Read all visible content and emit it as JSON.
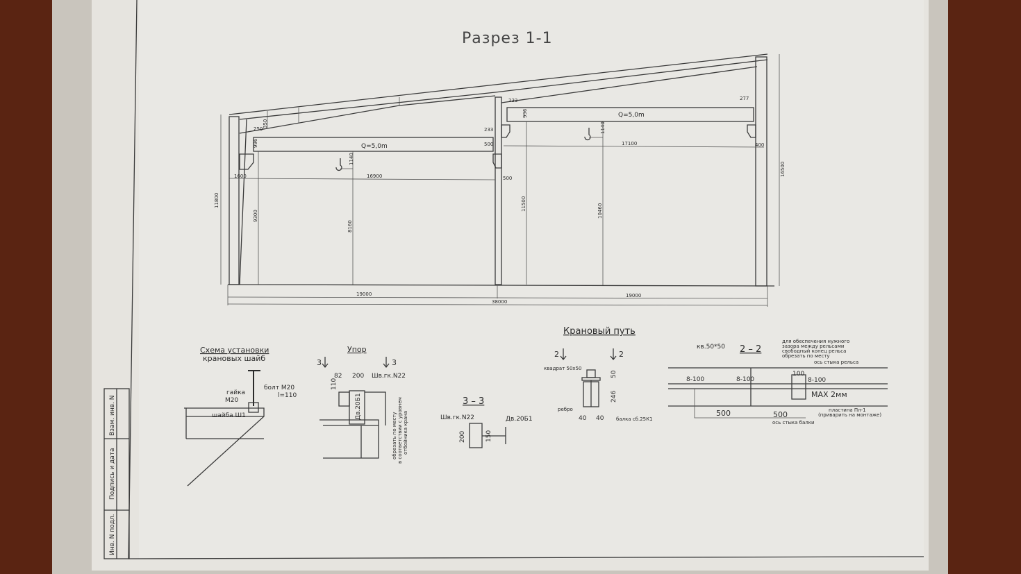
{
  "title": "Разрез 1-1",
  "section": {
    "crane_capacity_left": "Q=5,0m",
    "crane_capacity_right": "Q=5,0m",
    "dims": {
      "span_left": "19000",
      "span_right": "19000",
      "total": "38000",
      "height_left": "11800",
      "height_right": "16500",
      "left_rail_height": "9300",
      "left_hook_height": "8160",
      "right_rail_height": "11500",
      "right_hook_height": "10460",
      "left_crane_span": "16900",
      "right_crane_span": "17100",
      "d250": "250",
      "d350": "350",
      "d996_left": "996",
      "d1600": "1600",
      "d1140_left": "1140",
      "d500_a": "500",
      "d500_b": "500",
      "d233_a": "233",
      "d233_b": "233",
      "d996_right": "996",
      "d277": "277",
      "d1140_right": "1140",
      "d400": "400"
    }
  },
  "details": {
    "washers": {
      "title_line1": "Схема установки",
      "title_line2": "крановых шайб",
      "nut": "гайка",
      "nut_size": "М20",
      "bolt": "болт М20",
      "bolt_len": "l=110",
      "washer": "шайба Ш1"
    },
    "stop": {
      "title": "Упор",
      "mark_l": "3",
      "mark_r": "3",
      "d82": "82",
      "d200": "200",
      "d110": "110",
      "plate": "Шв.гк.N22",
      "beam": "Дв.20Б1",
      "note_1": "обрезать по месту",
      "note_2": "в соответствии с уровнем",
      "note_3": "отбойника крана"
    },
    "section33": {
      "title": "3 – 3",
      "plate": "Шв.гк.N22",
      "beam": "Дв.20Б1",
      "d200": "200",
      "d150": "150"
    },
    "crane_track": {
      "title": "Крановый путь",
      "mark_l": "2",
      "mark_r": "2",
      "square": "квадрат 50х50",
      "rib": "ребро",
      "beam": "балка сб.25К1",
      "d50": "50",
      "d246": "246",
      "d40a": "40",
      "d40b": "40"
    },
    "section22": {
      "title": "2 – 2",
      "square": "кв.50*50",
      "note_1": "для обеспечения нужного",
      "note_2": "зазора между рельсами",
      "note_3": "свободный конец рельса",
      "note_4": "обрезать по месту",
      "rail_joint": "ось стыка рельса",
      "weld_1": "8-100",
      "weld_2": "8-100",
      "weld_3": "8-100",
      "d100": "100",
      "max_gap": "MAX 2мм",
      "d500a": "500",
      "d500b": "500",
      "beam_joint": "ось стыка балки",
      "plate_1": "пластина Пл-1",
      "plate_2": "(приварить на монтаже)"
    }
  },
  "stamp": {
    "inv_no": "Инв. N подл.",
    "sign_date": "Подпись и дата",
    "replace_inv": "Взам. инв. N"
  }
}
